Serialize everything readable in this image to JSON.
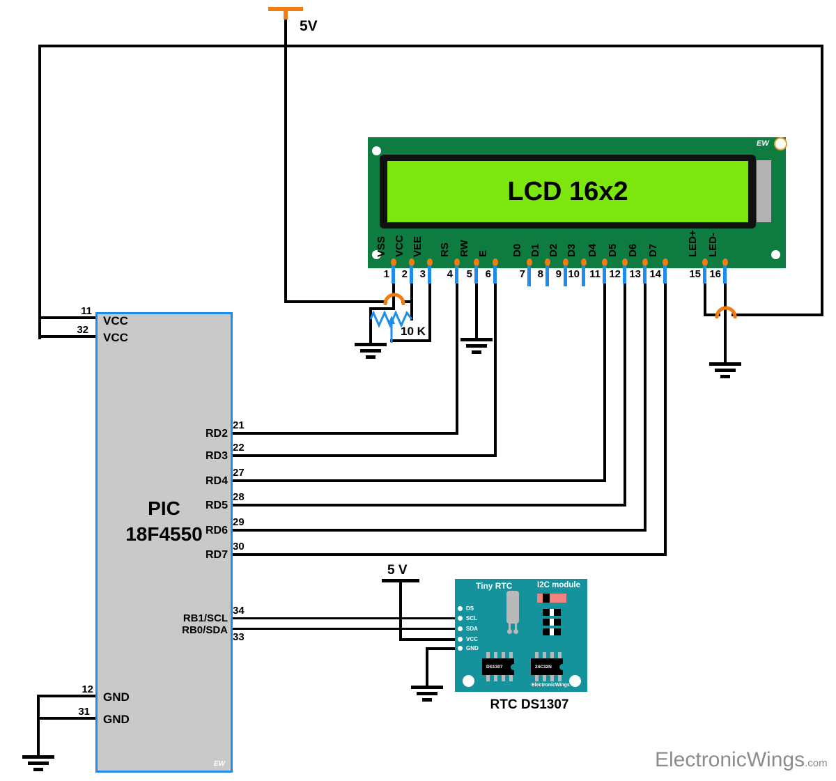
{
  "supply": {
    "v5_top": "5V",
    "v5_rtc": "5 V"
  },
  "pot": {
    "label": "10 K"
  },
  "lcd": {
    "title": "LCD 16x2",
    "brand": "EW",
    "pins": [
      {
        "num": "1",
        "label": "VSS"
      },
      {
        "num": "2",
        "label": "VCC"
      },
      {
        "num": "3",
        "label": "VEE"
      },
      {
        "num": "4",
        "label": "RS"
      },
      {
        "num": "5",
        "label": "RW"
      },
      {
        "num": "6",
        "label": "E"
      },
      {
        "num": "7",
        "label": "D0"
      },
      {
        "num": "8",
        "label": "D1"
      },
      {
        "num": "9",
        "label": "D2"
      },
      {
        "num": "10",
        "label": "D3"
      },
      {
        "num": "11",
        "label": "D4"
      },
      {
        "num": "12",
        "label": "D5"
      },
      {
        "num": "13",
        "label": "D6"
      },
      {
        "num": "14",
        "label": "D7"
      },
      {
        "num": "15",
        "label": "LED+"
      },
      {
        "num": "16",
        "label": "LED-"
      }
    ]
  },
  "pic": {
    "line1": "PIC",
    "line2": "18F4550",
    "brand": "EW",
    "left_pins": [
      {
        "num": "11",
        "label": "VCC"
      },
      {
        "num": "32",
        "label": "VCC"
      },
      {
        "num": "12",
        "label": "GND"
      },
      {
        "num": "31",
        "label": "GND"
      }
    ],
    "right_pins": [
      {
        "num": "21",
        "label": "RD2"
      },
      {
        "num": "22",
        "label": "RD3"
      },
      {
        "num": "27",
        "label": "RD4"
      },
      {
        "num": "28",
        "label": "RD5"
      },
      {
        "num": "29",
        "label": "RD6"
      },
      {
        "num": "30",
        "label": "RD7"
      },
      {
        "num": "34",
        "label": "RB1/SCL"
      },
      {
        "num": "33",
        "label": "RB0/SDA"
      }
    ]
  },
  "rtc": {
    "caption": "RTC DS1307",
    "board_title_left": "Tiny RTC",
    "board_title_right": "I2C module",
    "pins": [
      "DS",
      "SCL",
      "SDA",
      "VCC",
      "GND"
    ],
    "ic1": "DS1307",
    "ic2": "24C32N",
    "brand": "ElectronicWings"
  },
  "watermark": {
    "main": "ElectronicWings",
    "suffix": ".com"
  },
  "colors": {
    "pcb_green": "#0E7B41",
    "screen_green": "#7CE60E",
    "pin_blue": "#1E8CEB",
    "node_orange": "#F07D12",
    "pic_gray": "#C9C9C9",
    "rtc_teal": "#15929C",
    "resistor_pink": "#F0837D",
    "watermark_gray": "#8C8C8C"
  }
}
